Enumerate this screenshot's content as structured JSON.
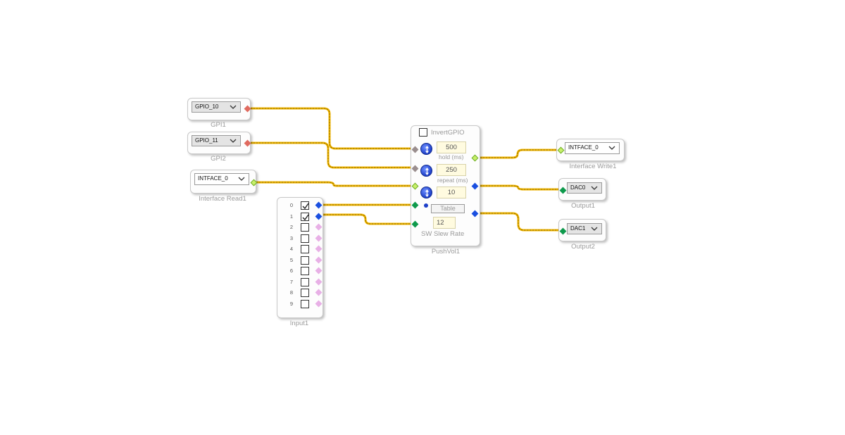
{
  "colors": {
    "wire": "#f5b800",
    "wire_core": "#8a6a00",
    "caption": "#9a9a9a"
  },
  "gpi1": {
    "value": "GPIO_10",
    "caption": "GPI1"
  },
  "gpi2": {
    "value": "GPIO_11",
    "caption": "GPI2"
  },
  "iread": {
    "value": "INTFACE_0",
    "caption": "Interface Read1"
  },
  "input1": {
    "caption": "Input1",
    "rows": [
      {
        "label": "0",
        "checked": true
      },
      {
        "label": "1",
        "checked": true
      },
      {
        "label": "2",
        "checked": false
      },
      {
        "label": "3",
        "checked": false
      },
      {
        "label": "4",
        "checked": false
      },
      {
        "label": "5",
        "checked": false
      },
      {
        "label": "6",
        "checked": false
      },
      {
        "label": "7",
        "checked": false
      },
      {
        "label": "8",
        "checked": false
      },
      {
        "label": "9",
        "checked": false
      }
    ]
  },
  "pushvol": {
    "caption": "PushVol1",
    "invert_label": "InvertGPIO",
    "invert_checked": false,
    "hold_value": "500",
    "hold_label": "hold (ms)",
    "repeat_value": "250",
    "repeat_label": "repeat (ms)",
    "step_value": "10",
    "table_label": "Table",
    "slew_value": "12",
    "slew_label": "SW Slew Rate"
  },
  "iwrite": {
    "value": "INTFACE_0",
    "caption": "Interface Write1"
  },
  "out1": {
    "value": "DAC0",
    "caption": "Output1"
  },
  "out2": {
    "value": "DAC1",
    "caption": "Output2"
  }
}
